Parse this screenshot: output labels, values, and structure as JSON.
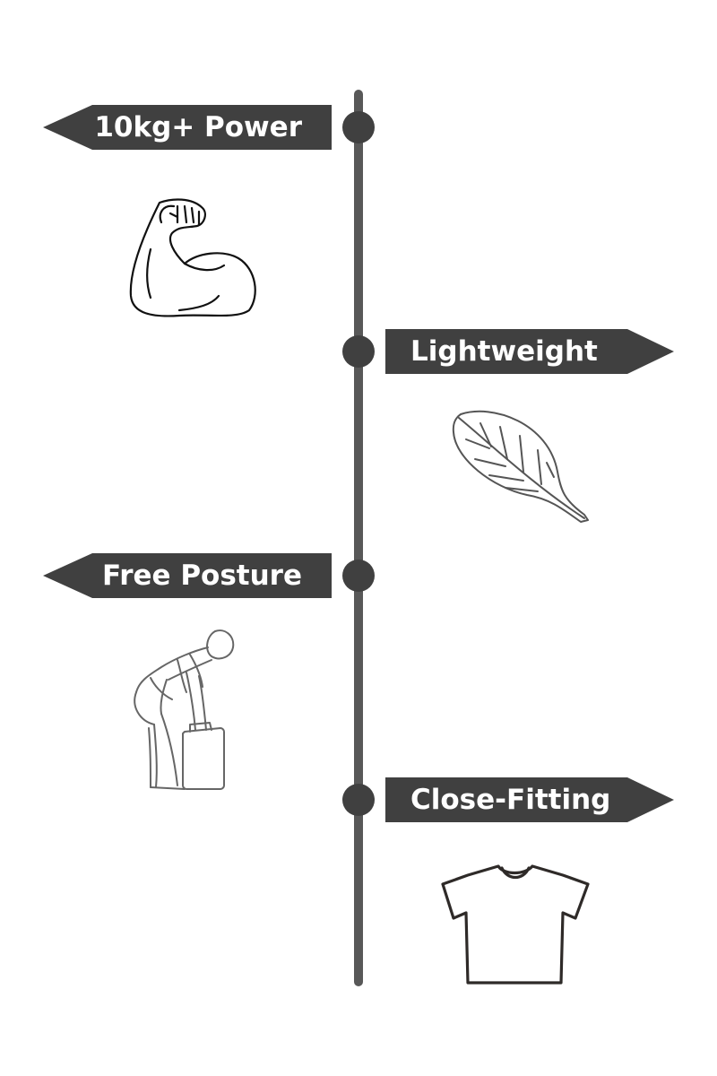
{
  "colors": {
    "banner": "#404040",
    "timeline": "#585858",
    "node": "#404040",
    "text": "#ffffff"
  },
  "features": [
    {
      "label": "10kg+ Power",
      "side": "left",
      "icon": "flexed-arm-icon"
    },
    {
      "label": "Lightweight",
      "side": "right",
      "icon": "feather-icon"
    },
    {
      "label": "Free Posture",
      "side": "left",
      "icon": "person-lifting-icon"
    },
    {
      "label": "Close-Fitting",
      "side": "right",
      "icon": "t-shirt-icon"
    }
  ]
}
